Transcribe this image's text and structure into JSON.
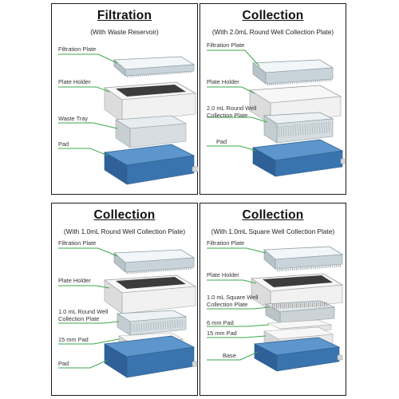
{
  "panels": [
    {
      "title": "Filtration",
      "subtitle": "(With Waste Reservoir)",
      "labels": [
        "Filtration Plate",
        "Plate Holder",
        "Waste Tray",
        "Pad"
      ]
    },
    {
      "title": "Collection",
      "subtitle": "(With 2.0mL Round Well Collection Plate)",
      "labels": [
        "Filtration Plate",
        "Plate Holder",
        "2.0 mL Round Well\nCollection Plate",
        "Pad"
      ]
    },
    {
      "title": "Collection",
      "subtitle": "(With 1.0mL Round Well Collection Plate)",
      "labels": [
        "Filtration Plate",
        "Plate Holder",
        "1.0 mL Round Well\nCollection Plate",
        "15 mm Pad",
        "Pad"
      ]
    },
    {
      "title": "Collection",
      "subtitle": "(With 1.0mL Square Well Collection Plate)",
      "labels": [
        "Filtration Plate",
        "Plate Holder",
        "1.0 mL Square Well\nCollection Plate",
        "6 mm Pad",
        "15 mm Pad",
        "Base"
      ]
    }
  ],
  "colors": {
    "leader_line": "#3aa84a",
    "pad_blue": "#3f7fc0",
    "holder_white": "#f4f4f4",
    "plate_clear": "#dde6ea"
  }
}
